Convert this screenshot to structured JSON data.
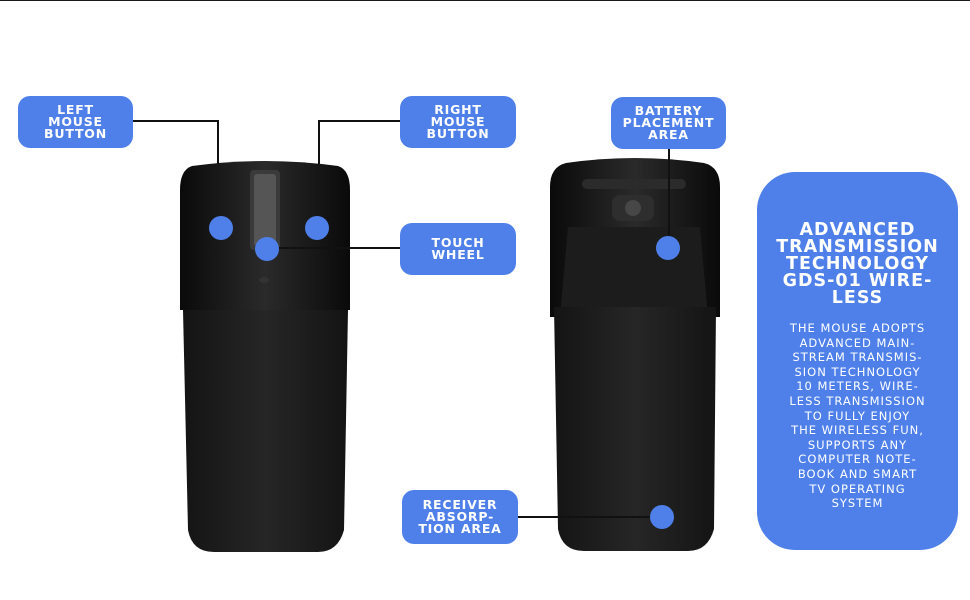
{
  "callouts": {
    "left_button": "LEFT\nMOUSE\nBUTTON",
    "right_button": "RIGHT\nMOUSE\nBUTTON",
    "touch_wheel": "TOUCH\nWHEEL",
    "battery": "BATTERY\nPLACEMENT\nAREA",
    "receiver": "RECEIVER\nABSORP-\nTION AREA"
  },
  "panel": {
    "title": "ADVANCED\nTRANSMISSION\nTECHNOLOGY\nGDS-01 WIRE-\nLESS",
    "body": "THE MOUSE ADOPTS\nADVANCED MAIN-\nSTREAM TRANSMIS-\nSION TECHNOLOGY\n10 METERS, WIRE-\nLESS TRANSMISSION\nTO FULLY ENJOY\nTHE WIRELESS FUN,\nSUPPORTS ANY\nCOMPUTER NOTE-\nBOOK AND SMART\nTV OPERATING\nSYSTEM"
  },
  "colors": {
    "accent": "#4f80ea",
    "product": "#141414",
    "text_on_accent": "#ffffff"
  }
}
